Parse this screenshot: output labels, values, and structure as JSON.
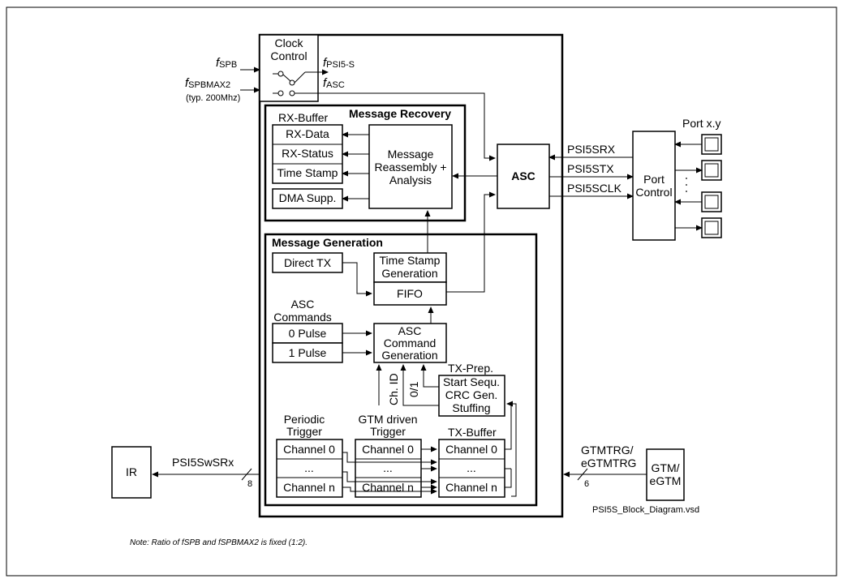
{
  "clock": {
    "title_line1": "Clock",
    "title_line2": "Control",
    "f_spb_symbol": "f",
    "f_spb_sub": "SPB",
    "f_spbmax2_symbol": "f",
    "f_spbmax2_sub": "SPBMAX2",
    "f_spbmax2_note": "(typ. 200Mhz)",
    "f_psi5s_symbol": "f",
    "f_psi5s_sub": "PSI5-S",
    "f_asc_symbol": "f",
    "f_asc_sub": "ASC"
  },
  "recovery": {
    "title": "Message Recovery",
    "rx_buffer_label": "RX-Buffer",
    "rx_data": "RX-Data",
    "rx_status": "RX-Status",
    "time_stamp": "Time Stamp",
    "dma_supp": "DMA Supp.",
    "reassembly_line1": "Message",
    "reassembly_line2": "Reassembly +",
    "reassembly_line3": "Analysis"
  },
  "asc": {
    "label": "ASC"
  },
  "signals": {
    "psi5srx": "PSI5SRX",
    "psi5stx": "PSI5STX",
    "psi5sclk": "PSI5SCLK"
  },
  "port": {
    "label_line1": "Port",
    "label_line2": "Control",
    "pins_title": "Port x.y"
  },
  "generation": {
    "title": "Message Generation",
    "direct_tx": "Direct TX",
    "ts_gen_line1": "Time Stamp",
    "ts_gen_line2": "Generation",
    "fifo": "FIFO",
    "asc_cmds_line1": "ASC",
    "asc_cmds_line2": "Commands",
    "pulse0": "0 Pulse",
    "pulse1": "1 Pulse",
    "asc_cmd_gen_line1": "ASC",
    "asc_cmd_gen_line2": "Command",
    "asc_cmd_gen_line3": "Generation",
    "ch_id": "Ch. ID",
    "zero_one": "0/1",
    "tx_prep_label": "TX-Prep.",
    "tx_prep_line1": "Start Sequ.",
    "tx_prep_line2": "CRC Gen.",
    "tx_prep_line3": "Stuffing",
    "periodic_line1": "Periodic",
    "periodic_line2": "Trigger",
    "gtm_line1": "GTM driven",
    "gtm_line2": "Trigger",
    "tx_buffer_label": "TX-Buffer",
    "channel0": "Channel 0",
    "dots": "...",
    "channeln": "Channel n"
  },
  "ir": {
    "label": "IR",
    "signal": "PSI5SwSRx",
    "bus_width": "8"
  },
  "gtm": {
    "box_line1": "GTM/",
    "box_line2": "eGTM",
    "signal_line1": "GTMTRG/",
    "signal_line2": "eGTMTRG",
    "bus_width": "6",
    "file_label": "PSI5S_Block_Diagram.vsd"
  },
  "note": "Note: Ratio of fSPB and fSPBMAX2 is fixed (1:2)."
}
